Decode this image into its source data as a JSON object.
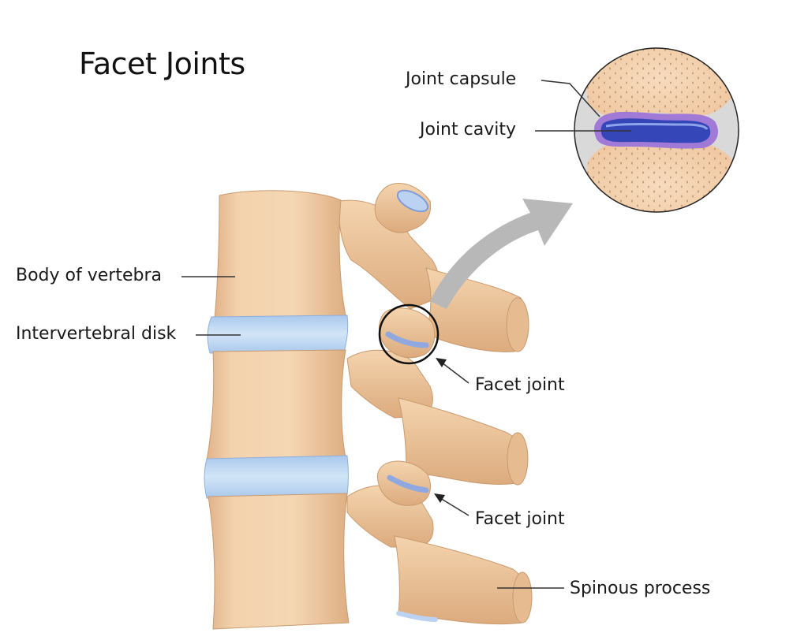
{
  "title": "Facet Joints",
  "labels": {
    "joint_capsule": "Joint capsule",
    "joint_cavity": "Joint cavity",
    "body_of_vertebra": "Body of vertebra",
    "intervertebral_disk": "Intervertebral disk",
    "facet_joint_upper": "Facet joint",
    "facet_joint_lower": "Facet joint",
    "spinous_process": "Spinous process"
  },
  "colors": {
    "bone": "#f2cfa8",
    "bone_shadow": "#d9a97c",
    "disk": "#bcd8f2",
    "cartilage": "#9db8e8",
    "cavity": "#3a4fc0",
    "capsule": "#8a62c9",
    "arrow": "#b5b5b5",
    "leader": "#333333"
  }
}
